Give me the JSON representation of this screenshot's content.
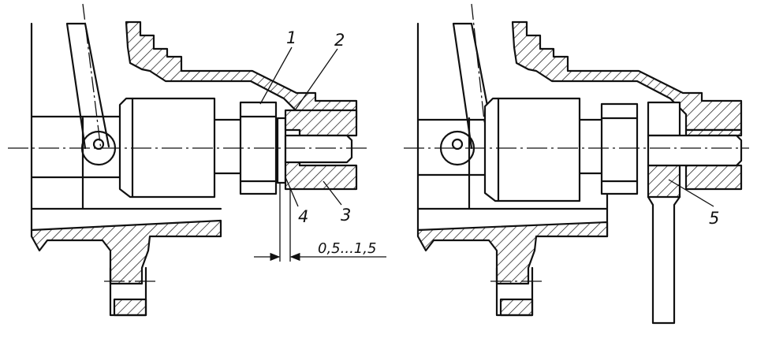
{
  "left_view": {
    "callouts": [
      "1",
      "2",
      "3",
      "4"
    ],
    "dimension": "0,5...1,5"
  },
  "right_view": {
    "callouts": [
      "5"
    ]
  }
}
